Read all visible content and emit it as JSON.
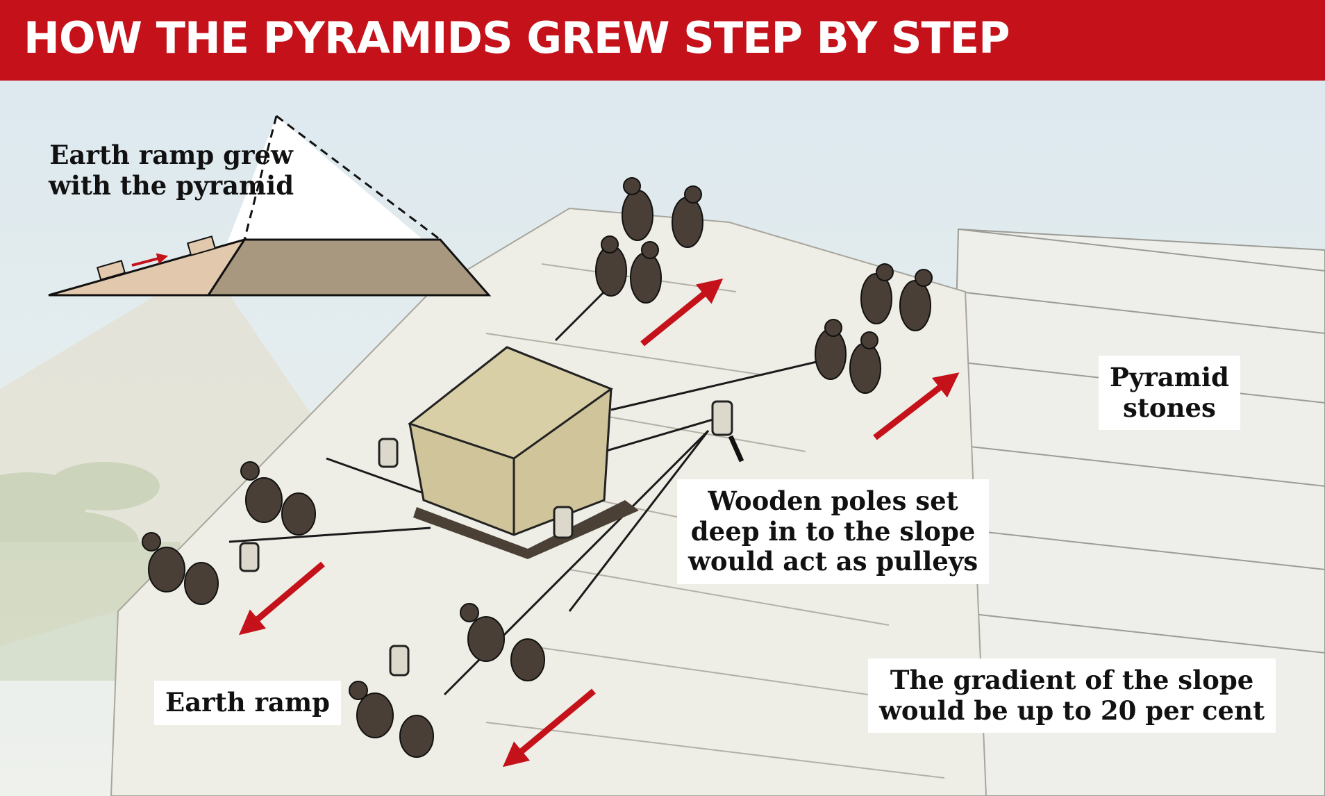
{
  "title": "HOW THE PYRAMIDS GREW STEP BY STEP",
  "inset_label": [
    "Earth ramp grew",
    "with the pyramid"
  ],
  "labels": {
    "poles": [
      "Wooden poles set",
      "deep in to the slope",
      "would act as pulleys"
    ],
    "stones": [
      "Pyramid",
      "stones"
    ],
    "ramp": [
      "Earth ramp"
    ],
    "gradient": [
      "The gradient of the slope",
      "would be up to 20 per cent"
    ]
  },
  "colors": {
    "banner": "#c4111a",
    "arrow": "#c4111a",
    "ramp_fill": "#e2c9ad",
    "pyramid_lower": "#a89880",
    "block": "#cfc49a"
  }
}
